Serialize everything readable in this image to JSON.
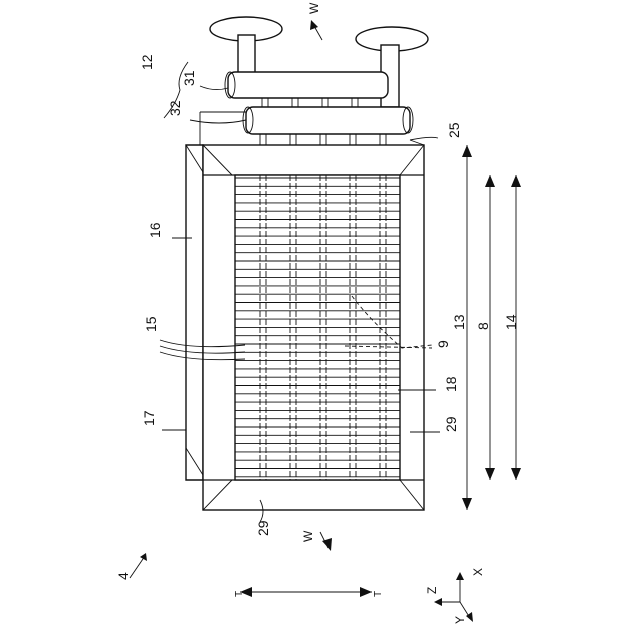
{
  "figure": {
    "labels": {
      "n12": "12",
      "n31": "31",
      "n32": "32",
      "n25": "25",
      "n16": "16",
      "n15": "15",
      "n9": "9",
      "n18": "18",
      "n17": "17",
      "n29_right": "29",
      "n29_bottom": "29",
      "n13": "13",
      "n8": "8",
      "n14": "14",
      "n4": "4",
      "w_top": "W",
      "w_bottom": "W"
    },
    "axes": {
      "x": "X",
      "y": "Y",
      "z": "Z"
    }
  }
}
